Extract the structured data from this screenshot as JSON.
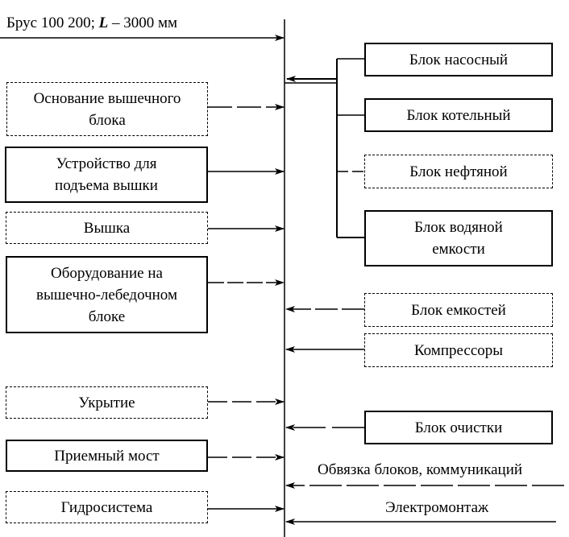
{
  "diagram": {
    "top_input": {
      "text_prefix": "Брус 100    200; ",
      "text_italic": "L",
      "text_suffix": " – 3000 мм"
    },
    "left_blocks": [
      {
        "id": "osnovanie",
        "label": "Основание вышечного\nблока"
      },
      {
        "id": "ustroystvo",
        "label": "Устройство для\nподъема   вышки"
      },
      {
        "id": "vyshka",
        "label": "Вышка"
      },
      {
        "id": "oborudovanie",
        "label": "Оборудование на\nвышечно-лебедочном\nблоке"
      },
      {
        "id": "ukrytie",
        "label": "Укрытие"
      },
      {
        "id": "priemny-most",
        "label": "Приемный мост"
      },
      {
        "id": "gidrosistema",
        "label": "Гидросистема"
      }
    ],
    "right_group_blocks": [
      {
        "id": "nasosny",
        "label": "Блок насосный"
      },
      {
        "id": "kotelny",
        "label": "Блок котельный"
      },
      {
        "id": "neftyanoy",
        "label": "Блок нефтяной"
      },
      {
        "id": "vodyanoy",
        "label": "Блок водяной\nемкости"
      }
    ],
    "right_blocks": [
      {
        "id": "emkostey",
        "label": "Блок емкостей"
      },
      {
        "id": "kompressory",
        "label": "Компрессоры"
      },
      {
        "id": "ochistki",
        "label": "Блок очистки"
      }
    ],
    "right_line_labels": [
      {
        "id": "obvyazka",
        "label": "Обвязка блоков, коммуникаций"
      },
      {
        "id": "elektromontazh",
        "label": "Электромонтаж"
      }
    ]
  }
}
